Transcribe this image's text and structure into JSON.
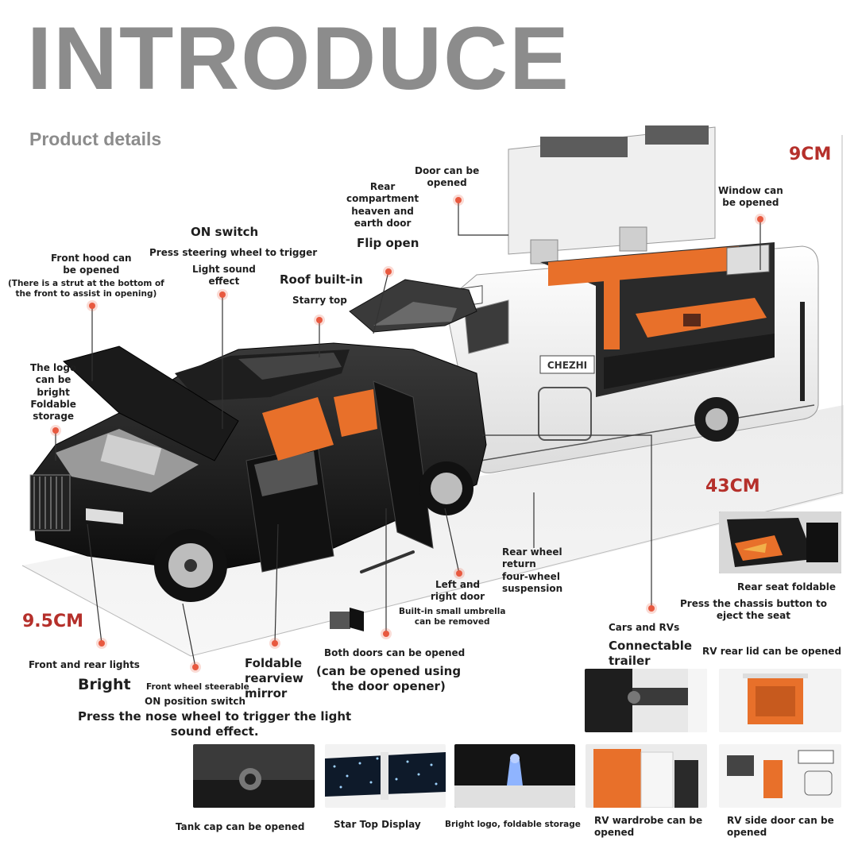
{
  "header": {
    "title": "INTRODUCE",
    "subtitle": "Product details"
  },
  "dimensions": {
    "height_rv": "9CM",
    "length": "43CM",
    "height_car": "9.5CM"
  },
  "callouts": {
    "door_opened": "Door can be\nopened",
    "rear_compartment": "Rear\ncompartment\nheaven and\nearth door",
    "flip_open": "Flip open",
    "window_opened": "Window can\nbe opened",
    "on_switch": "ON switch",
    "press_steering": "Press steering wheel to trigger",
    "light_sound": "Light sound\neffect",
    "roof_built_in": "Roof built-in",
    "starry_top": "Starry top",
    "front_hood": "Front hood can\nbe opened",
    "front_hood_note": "(There is a strut at the bottom of\nthe front to assist in opening)",
    "logo_bright": "The logo\ncan be\nbright\nFoldable\nstorage",
    "rear_wheel": "Rear wheel\nreturn\nfour-wheel\nsuspension",
    "left_right_door": "Left and\nright door",
    "umbrella": "Built-in small umbrella\ncan be removed",
    "cars_rvs": "Cars and RVs",
    "connectable_trailer": "Connectable\ntrailer",
    "front_rear_lights": "Front and rear lights",
    "bright": "Bright",
    "front_wheel_steer": "Front wheel steerable",
    "on_position": "ON position switch",
    "press_nose_wheel": "Press the nose wheel to trigger the light\nsound effect.",
    "foldable_mirror": "Foldable\nrearview\nmirror",
    "both_doors": "Both doors can be opened",
    "door_opener": "(can be opened using\nthe door opener)"
  },
  "thumbnails": {
    "rear_seat": "Rear seat foldable",
    "chassis_button": "Press the chassis button to\neject the seat",
    "rv_rear_lid": "RV rear lid can be opened",
    "tank_cap": "Tank cap can be opened",
    "star_top": "Star Top Display",
    "bright_logo": "Bright logo, foldable storage",
    "rv_wardrobe": "RV wardrobe can be\nopened",
    "rv_side_door": "RV side door can be\nopened"
  },
  "rv_brand": "CHEZHI",
  "colors": {
    "accent": "#e8593f",
    "dimension": "#b5302b",
    "title_gray": "#8c8c8c",
    "interior_orange": "#e8702a"
  }
}
